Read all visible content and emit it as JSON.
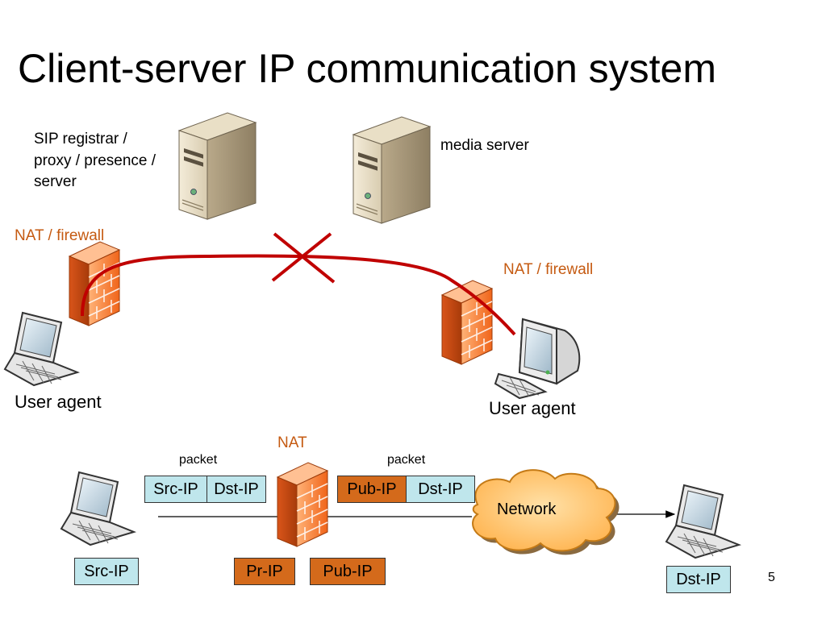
{
  "slide": {
    "title": "Client-server IP communication system",
    "page_number": "5"
  },
  "top_diagram": {
    "sip_server_label": [
      "SIP registrar /",
      "proxy / presence /",
      "server"
    ],
    "media_server_label": "media server",
    "nat_left_label": "NAT / firewall",
    "nat_right_label": "NAT / firewall",
    "user_agent_left": "User agent",
    "user_agent_right": "User agent"
  },
  "bottom_diagram": {
    "nat_label": "NAT",
    "packet_left_label": "packet",
    "packet_right_label": "packet",
    "packet_left_fields": [
      "Src-IP",
      "Dst-IP"
    ],
    "packet_right_fields": [
      "Pub-IP",
      "Dst-IP"
    ],
    "network_label": "Network",
    "src_ip_label": "Src-IP",
    "pr_ip_label": "Pr-IP",
    "pub_ip_label": "Pub-IP",
    "dst_ip_label": "Dst-IP"
  },
  "colors": {
    "connection_line": "#c00000",
    "blocked_mark": "#c00000",
    "nat_label": "#c55a11",
    "packet_field_blue": "#bfe6ec",
    "packet_field_orange": "#d46a1b",
    "network_cloud": "#ffc36b"
  },
  "icons": [
    "server-icon",
    "firewall-icon",
    "laptop-icon",
    "desktop-computer-icon",
    "cloud-icon",
    "blocked-x-icon"
  ]
}
